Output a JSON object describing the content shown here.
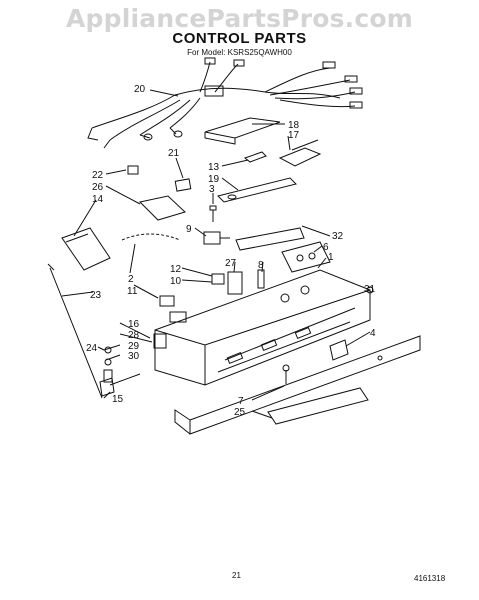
{
  "watermark": "AppliancePartsPros.com",
  "title": "CONTROL PARTS",
  "subtitle": "For Model: KSRS25QAWH00",
  "page_number": "21",
  "document_number": "4161318",
  "callouts": [
    "20",
    "18",
    "17",
    "21",
    "13",
    "19",
    "22",
    "3",
    "26",
    "14",
    "32",
    "6",
    "9",
    "1",
    "12",
    "2",
    "8",
    "10",
    "27",
    "11",
    "23",
    "31",
    "16",
    "28",
    "4",
    "29",
    "24",
    "30",
    "15",
    "7",
    "25"
  ]
}
